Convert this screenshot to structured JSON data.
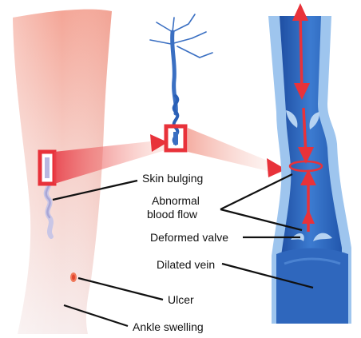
{
  "labels": {
    "skin_bulging": "Skin bulging",
    "abnormal_line1": "Abnormal",
    "abnormal_line2": "blood flow",
    "deformed_valve": "Deformed valve",
    "dilated_vein": "Dilated vein",
    "ulcer": "Ulcer",
    "ankle_swelling": "Ankle swelling"
  },
  "colors": {
    "leg_top": "#f4a99a",
    "leg_bottom": "#f8eeee",
    "vein_dark": "#2a5fb5",
    "vein_mid": "#3d78cc",
    "vein_light": "#9cc4ee",
    "arrow_red": "#e8323a",
    "line": "#111111"
  }
}
